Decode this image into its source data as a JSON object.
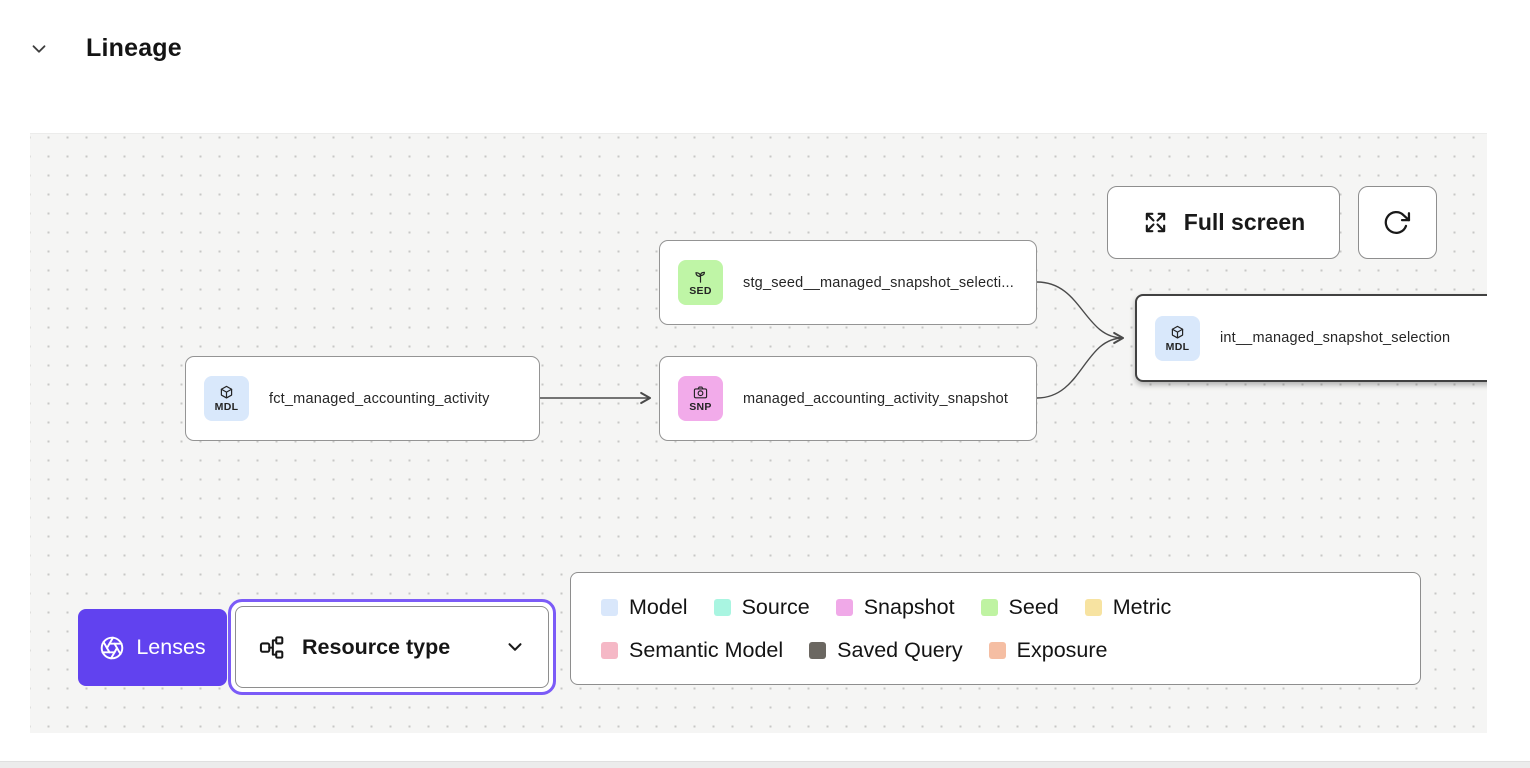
{
  "header": {
    "title": "Lineage"
  },
  "toolbar": {
    "full_screen_label": "Full screen"
  },
  "nodes": [
    {
      "badge": "MDL",
      "label": "fct_managed_accounting_activity",
      "type": "model"
    },
    {
      "badge": "SED",
      "label": "stg_seed__managed_snapshot_selecti...",
      "type": "seed"
    },
    {
      "badge": "SNP",
      "label": "managed_accounting_activity_snapshot",
      "type": "snapshot"
    },
    {
      "badge": "MDL",
      "label": "int__managed_snapshot_selection",
      "type": "model",
      "selected": true
    }
  ],
  "legend": {
    "items": [
      {
        "label": "Model",
        "color": "#D9E7FB"
      },
      {
        "label": "Source",
        "color": "#A9F5E1"
      },
      {
        "label": "Snapshot",
        "color": "#F0A9E8"
      },
      {
        "label": "Seed",
        "color": "#BFF3A2"
      },
      {
        "label": "Metric",
        "color": "#F7E3A1"
      },
      {
        "label": "Semantic Model",
        "color": "#F5B8C6"
      },
      {
        "label": "Saved Query",
        "color": "#6B6761"
      },
      {
        "label": "Exposure",
        "color": "#F5BEA3"
      }
    ]
  },
  "footer_controls": {
    "lenses_label": "Lenses",
    "resource_type_label": "Resource type"
  },
  "colors": {
    "accent_purple": "#6142EF",
    "focus_ring": "#7B5BF7",
    "badge_model": "#D9E8FB",
    "badge_seed": "#BFF5A6",
    "badge_snapshot": "#F2ABEA",
    "edge": "#4A4A4A"
  }
}
